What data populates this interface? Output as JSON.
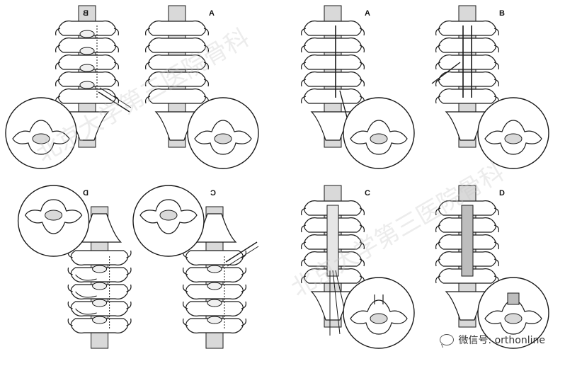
{
  "panels": [
    {
      "id": "p1",
      "label": "B",
      "mirrored": true,
      "variant": "door-single"
    },
    {
      "id": "p2",
      "label": "A",
      "mirrored": false,
      "variant": "plain"
    },
    {
      "id": "p3",
      "label": "A",
      "mirrored": false,
      "variant": "trough"
    },
    {
      "id": "p4",
      "label": "B",
      "mirrored": false,
      "variant": "double-trough"
    },
    {
      "id": "p5",
      "label": "D",
      "mirrored": true,
      "flipped": true,
      "variant": "door-sutured"
    },
    {
      "id": "p6",
      "label": "C",
      "mirrored": true,
      "flipped": true,
      "variant": "door-open"
    },
    {
      "id": "p7",
      "label": "C",
      "mirrored": false,
      "variant": "split"
    },
    {
      "id": "p8",
      "label": "D",
      "mirrored": false,
      "variant": "grafted"
    }
  ],
  "watermark": {
    "line1": "北京大学第三医院骨科",
    "line2": "北京大学第三医院骨科"
  },
  "badge": {
    "text": "微信号: orthonline"
  },
  "colors": {
    "line": "#1a1a1a",
    "cord": "#d9d9d9",
    "bone": "#ffffff",
    "graft": "#bdbdbd"
  }
}
